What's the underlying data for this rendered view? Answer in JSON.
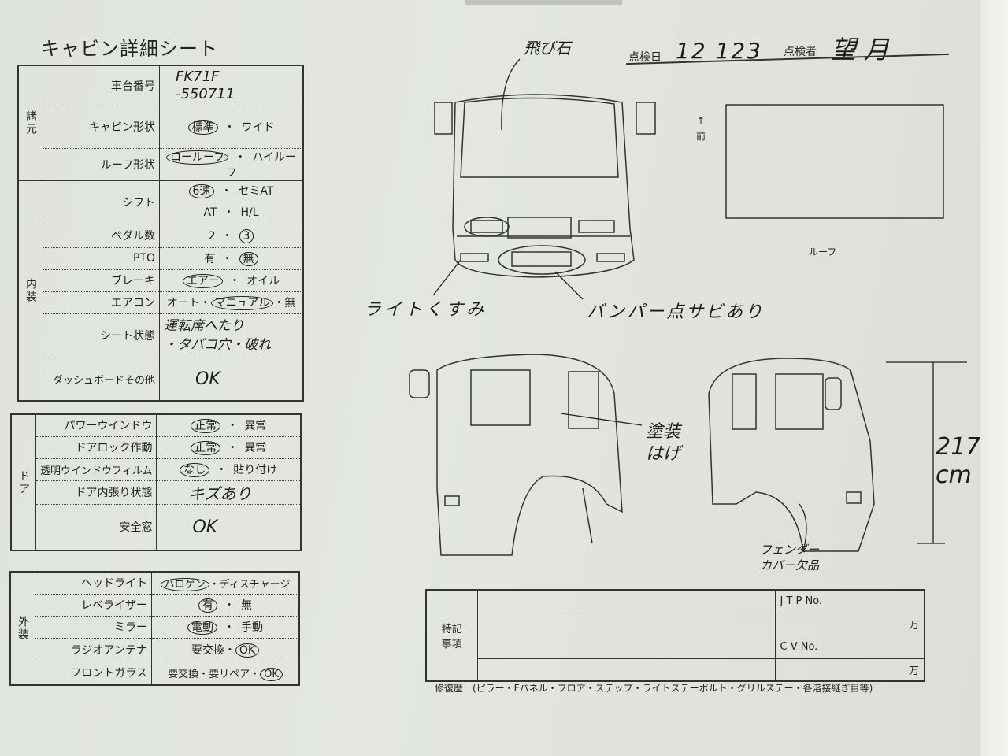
{
  "title": "キャビン詳細シート",
  "header": {
    "date_label": "点検日",
    "date_value": "12  123",
    "inspector_label": "点検者",
    "inspector_value": "望月"
  },
  "specs": {
    "section": "諸元",
    "rows": [
      {
        "label": "車台番号",
        "value": "FK71F\n-550711"
      },
      {
        "label": "キャビン形状",
        "options": [
          "標準",
          "ワイド"
        ],
        "selected": "標準"
      },
      {
        "label": "ルーフ形状",
        "options": [
          "ロールーフ",
          "ハイルーフ"
        ],
        "selected": "ロールーフ"
      }
    ]
  },
  "interior": {
    "section": "内装",
    "rows": [
      {
        "label": "シフト",
        "options": [
          "6速",
          "セミAT",
          "AT",
          "H/L"
        ],
        "selected": "6速"
      },
      {
        "label": "ペダル数",
        "options": [
          "2",
          "3"
        ],
        "selected": "3"
      },
      {
        "label": "PTO",
        "options": [
          "有",
          "無"
        ],
        "selected": "無"
      },
      {
        "label": "ブレーキ",
        "options": [
          "エアー",
          "オイル"
        ],
        "selected": "エアー"
      },
      {
        "label": "エアコン",
        "options": [
          "オート",
          "マニュアル",
          "無"
        ],
        "selected": "マニュアル"
      },
      {
        "label": "シート状態",
        "value": "運転席へたり",
        "value2": "・タバコ穴・破れ"
      },
      {
        "label": "ダッシュボードその他",
        "value": "OK"
      }
    ]
  },
  "door": {
    "section": "ドア",
    "rows": [
      {
        "label": "パワーウインドウ",
        "options": [
          "正常",
          "異常"
        ],
        "selected": "正常"
      },
      {
        "label": "ドアロック作動",
        "options": [
          "正常",
          "異常"
        ],
        "selected": "正常"
      },
      {
        "label": "透明ウインドウフィルム",
        "options": [
          "なし",
          "貼り付け"
        ],
        "selected": "なし"
      },
      {
        "label": "ドア内張り状態",
        "value": "キズあり"
      },
      {
        "label": "安全窓",
        "value": "OK"
      }
    ]
  },
  "exterior": {
    "section": "外装",
    "rows": [
      {
        "label": "ヘッドライト",
        "options": [
          "ハロゲン",
          "ディスチャージ"
        ],
        "selected": "ハロゲン"
      },
      {
        "label": "レベライザー",
        "options": [
          "有",
          "無"
        ],
        "selected": "有"
      },
      {
        "label": "ミラー",
        "options": [
          "電動",
          "手動"
        ],
        "selected": "電動"
      },
      {
        "label": "ラジオアンテナ",
        "options": [
          "要交換",
          "OK"
        ],
        "selected": "OK"
      },
      {
        "label": "フロントガラス",
        "options": [
          "要交換",
          "要リペア",
          "OK"
        ],
        "selected": "OK"
      }
    ]
  },
  "diagram": {
    "front_label": "前",
    "roof_label": "ルーフ",
    "notes": {
      "stone": "飛び石",
      "light": "ライトくすみ",
      "bumper": "バンパー点サビあり",
      "paint": "塗装\nはげ",
      "height": "217\ncm",
      "fender": "フェンダー\nカバー欠品"
    }
  },
  "remarks": {
    "label": "特記\n事項",
    "jtp": "J T P No.",
    "cv": "C V No.",
    "unit": "万",
    "history": "修復歴　(ピラー・Fパネル・フロア・ステップ・ライトステーボルト・グリルステー・各溶接継ぎ目等)"
  }
}
